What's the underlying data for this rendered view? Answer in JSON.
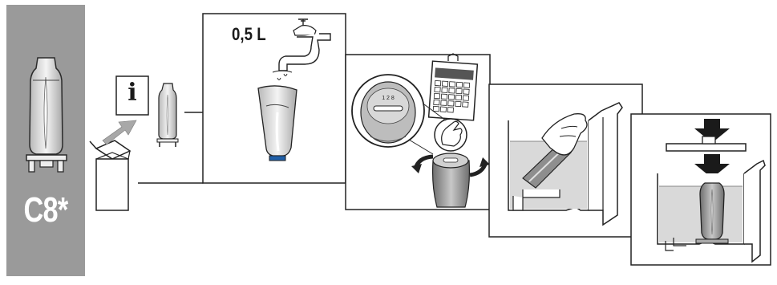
{
  "product": {
    "code": "C8*"
  },
  "steps": [
    {
      "id": "unpack",
      "icons": [
        "box-icon",
        "info-leaflet-icon",
        "filter-icon"
      ],
      "info_symbol": "i"
    },
    {
      "id": "soak",
      "volume": "0,5 L",
      "icons": [
        "water-tap-icon",
        "filter-icon"
      ]
    },
    {
      "id": "set-date",
      "icons": [
        "date-dial-icon",
        "calendar-icon",
        "rotate-arrows-icon"
      ]
    },
    {
      "id": "insert",
      "icons": [
        "water-tank-icon",
        "hand-icon",
        "filter-icon"
      ]
    },
    {
      "id": "press",
      "icons": [
        "press-down-arrow-icon",
        "water-tank-icon",
        "filter-icon"
      ]
    }
  ],
  "colors": {
    "sidebar": "#9a9a9a",
    "line": "#1a1a1a",
    "water": "#d9d9d9",
    "accent": "#1f5fa8"
  }
}
